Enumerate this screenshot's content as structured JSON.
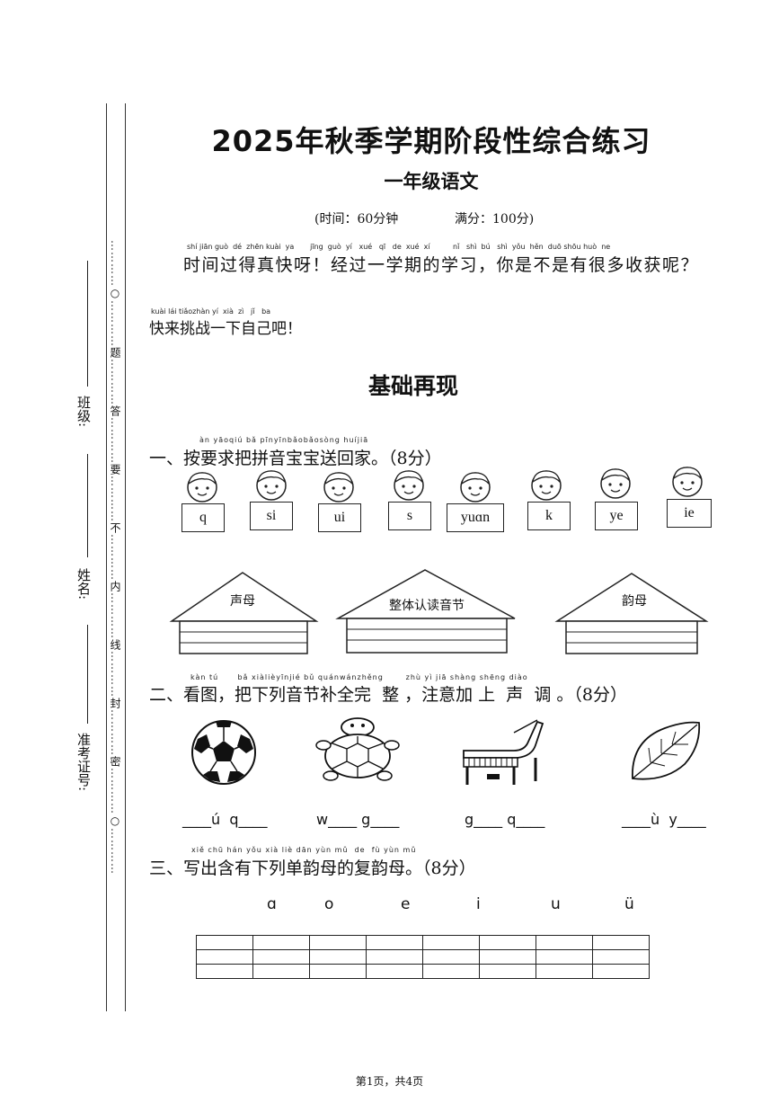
{
  "binding": {
    "strip_text": "…………○…………题…………答…………要…………不…………内…………线…………封…………密…………○…………",
    "class_label": "班级:",
    "name_label": "姓名:",
    "exam_id_label": "准考证号:"
  },
  "header": {
    "title": "2025年秋季学期阶段性综合练习",
    "subtitle": "一年级语文",
    "time": "(时间：60分钟",
    "full_score": "满分：100分)"
  },
  "intro": {
    "line1_pinyin": "shí jiān guò  dé  zhēn kuài  ya       jīng  guò  yí   xué   qī   de  xué  xí          nǐ   shì  bú   shì  yǒu  hěn  duō shōu huò  ne",
    "line1_text": "时间过得真快呀！经过一学期的学习，你是不是有很多收获呢？",
    "line2_pinyin": "kuài lái tiǎozhàn yí  xià  zì   jǐ   ba",
    "line2_text": "快来挑战一下自己吧！"
  },
  "section_title": "基础再现",
  "q1": {
    "pinyin": "àn yāoqiú bǎ pīnyīnbǎobǎosòng huíjiā",
    "text": "一、按要求把拼音宝宝送回家。（8分）",
    "cards": [
      "q",
      "si",
      "ui",
      "s",
      "yuɑn",
      "k",
      "ye",
      "ie"
    ],
    "houses": [
      "声母",
      "整体认读音节",
      "韵母"
    ]
  },
  "q2": {
    "pinyin": "kàn tú      bǎ xiàlièyīnjié bǔ quánwánzhěng       zhù yì jiā shàng shēng diào",
    "text": "二、看图，把下列音节补全完  整 ，注意加 上  声  调 。（8分）",
    "pictures": [
      "football-icon",
      "turtle-icon",
      "piano-icon",
      "leaf-icon"
    ],
    "blanks": [
      "____ú  q____",
      "w____ g____",
      "g____ q____",
      "____ù  y____"
    ]
  },
  "q3": {
    "pinyin": "xiě chū hán yǒu xià liè dān yùn mǔ  de  fù yùn mǔ",
    "text": "三、写出含有下列单韵母的复韵母。（8分）",
    "vowels": [
      "ɑ",
      "o",
      "e",
      "i",
      "u",
      "ü"
    ]
  },
  "footer": "第1页，共4页"
}
